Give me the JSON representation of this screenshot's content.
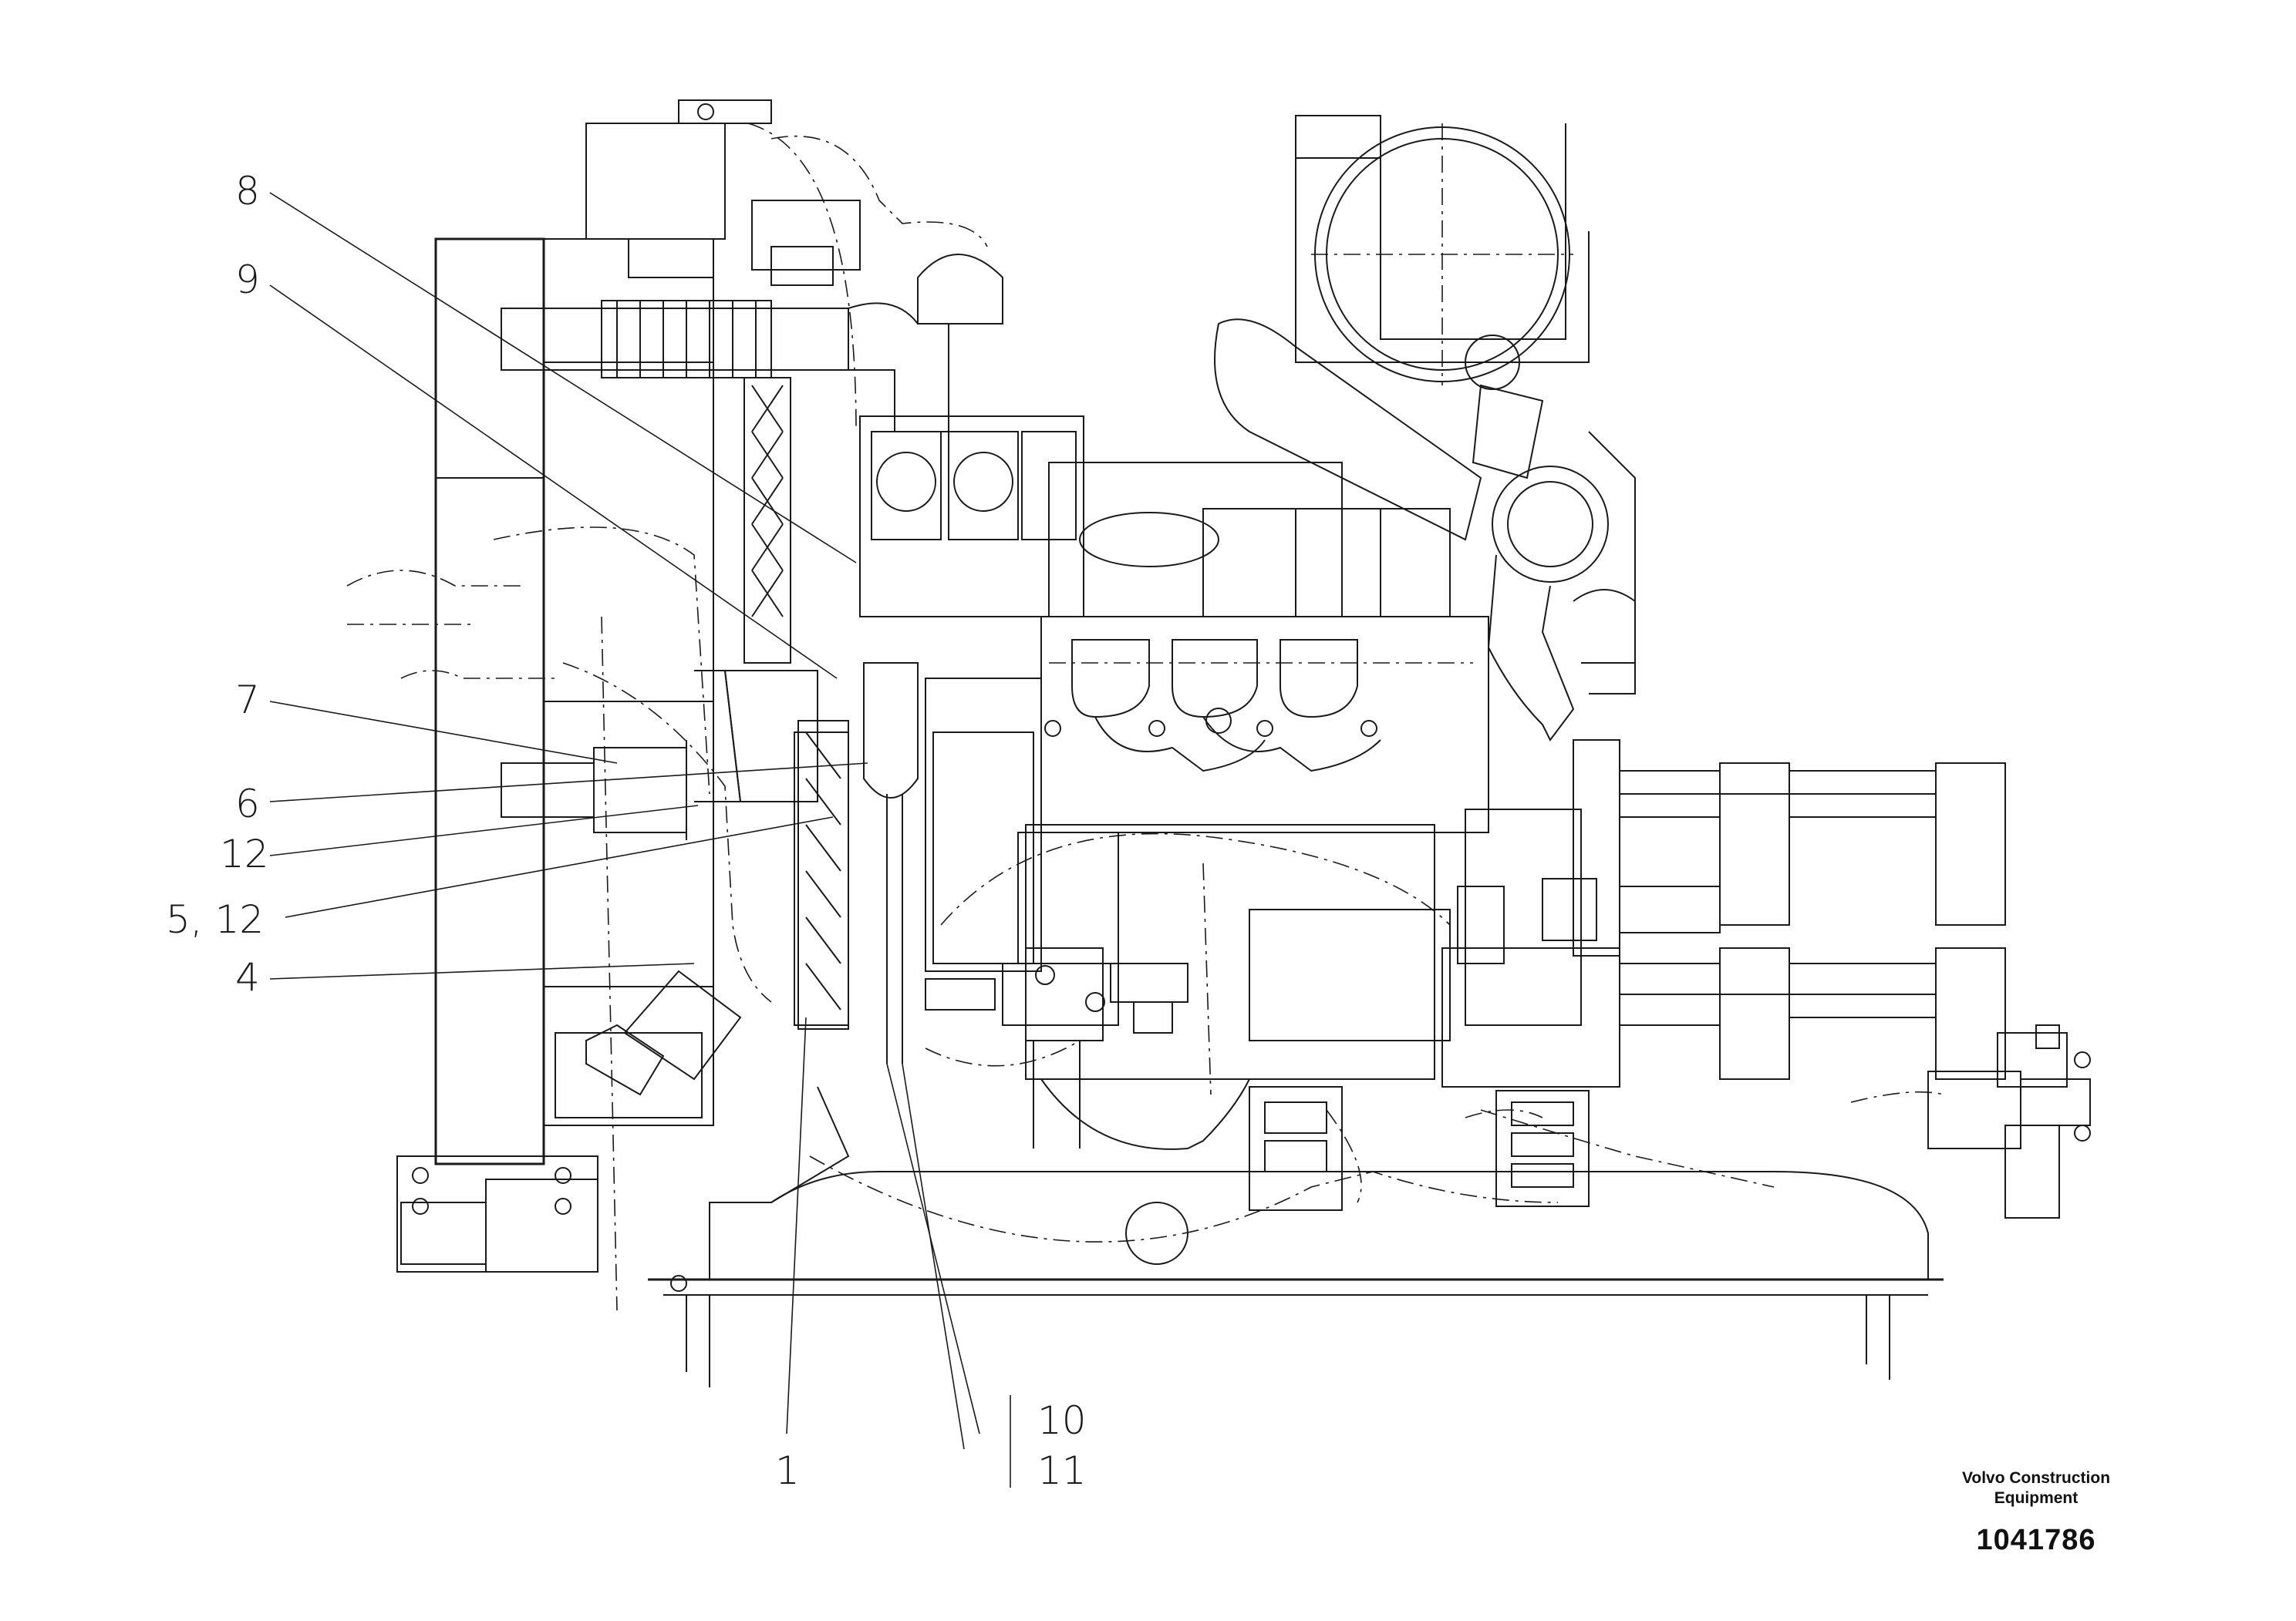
{
  "callouts": {
    "c8": "8",
    "c9": "9",
    "c7": "7",
    "c6": "6",
    "c12": "12",
    "c5_12": "5, 12",
    "c4": "4",
    "c1": "1",
    "c10": "10",
    "c11": "11"
  },
  "brand": {
    "line1": "Volvo Construction",
    "line2": "Equipment",
    "part_number": "1041786"
  }
}
